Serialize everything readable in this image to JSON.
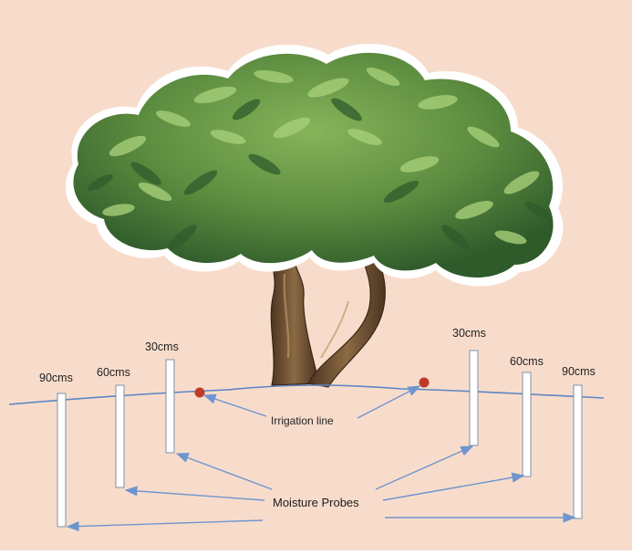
{
  "diagram": {
    "background_color": "#f8dccb",
    "ground_line_color": "#5b86c4",
    "arrow_color": "#6f95cf",
    "emitter_color": "#c0392b",
    "probe_fill": "#ffffff",
    "probe_stroke": "#7f8fa6",
    "labels": {
      "irrigation_line": "Irrigation line",
      "moisture_probes": "Moisture Probes"
    },
    "probes_left": [
      {
        "depth": "90cms"
      },
      {
        "depth": "60cms"
      },
      {
        "depth": "30cms"
      }
    ],
    "probes_right": [
      {
        "depth": "30cms"
      },
      {
        "depth": "60cms"
      },
      {
        "depth": "90cms"
      }
    ]
  }
}
